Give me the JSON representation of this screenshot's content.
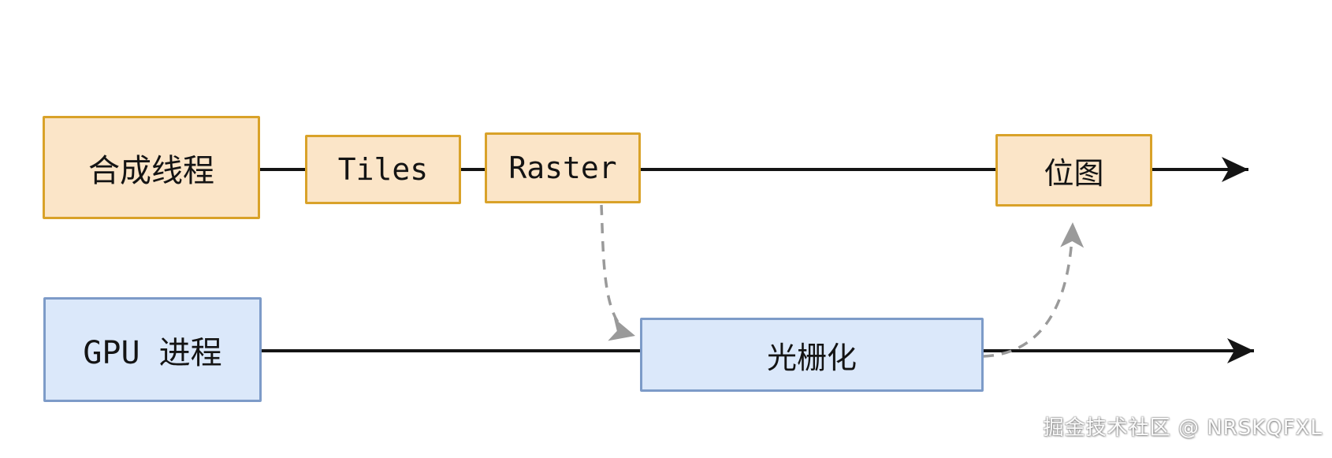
{
  "colors": {
    "background": "#ffffff",
    "orange_fill": "#fbe5c8",
    "orange_border": "#d9a229",
    "blue_fill": "#dbe8fa",
    "blue_border": "#7d9bc8",
    "solid_arrow": "#141414",
    "dashed_arrow": "#9a9a9a",
    "watermark": "#ffffff"
  },
  "nodes": {
    "compositor": {
      "label": "合成线程",
      "type": "orange",
      "lane": "top"
    },
    "tiles": {
      "label": "Tiles",
      "type": "orange",
      "lane": "top"
    },
    "raster": {
      "label": "Raster",
      "type": "orange",
      "lane": "top"
    },
    "bitmap": {
      "label": "位图",
      "type": "orange",
      "lane": "top"
    },
    "gpu": {
      "label": "GPU 进程",
      "type": "blue",
      "lane": "bottom"
    },
    "rasterization": {
      "label": "光栅化",
      "type": "blue",
      "lane": "bottom"
    }
  },
  "edges": [
    {
      "from": "合成线程",
      "to": "Tiles",
      "style": "solid-line"
    },
    {
      "from": "Tiles",
      "to": "Raster",
      "style": "solid-line"
    },
    {
      "from": "Raster",
      "to": "位图",
      "style": "solid-line"
    },
    {
      "from": "位图",
      "to": "timeline-end-right",
      "style": "solid-arrow"
    },
    {
      "from": "GPU 进程",
      "to": "光栅化",
      "style": "solid-line"
    },
    {
      "from": "光栅化",
      "to": "timeline-end-right",
      "style": "solid-arrow"
    },
    {
      "from": "Raster",
      "to": "光栅化",
      "style": "dashed-arrow"
    },
    {
      "from": "光栅化",
      "to": "位图",
      "style": "dashed-arrow"
    }
  ],
  "watermark": {
    "text": "掘金技术社区 @ NRSKQFXL"
  }
}
